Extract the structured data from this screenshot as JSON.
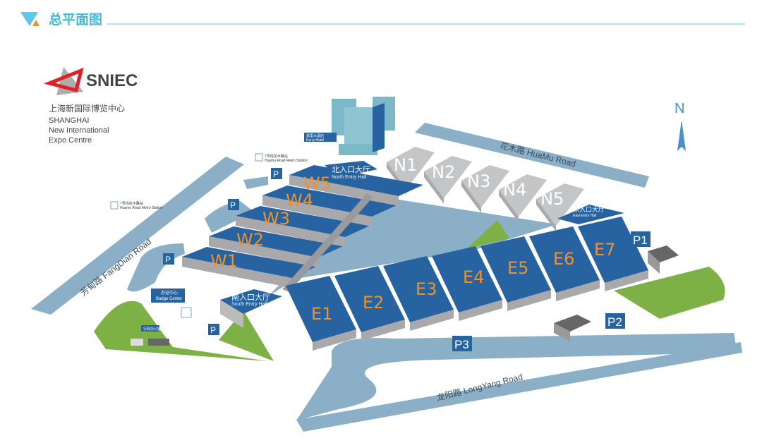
{
  "header": {
    "title": "总平面图",
    "accent": "#45b9d2"
  },
  "logo": {
    "brand": "SNIEC",
    "name_cn": "上海新国际博览中心",
    "name_en_1": "SHANGHAI",
    "name_en_2": "New International",
    "name_en_3": "Expo Centre"
  },
  "compass": {
    "label": "N"
  },
  "roads": {
    "fangdian": "芳甸路 FangDian Road",
    "huamu": "花木路 HuaMu Road",
    "longyang": "龙阳路 LongYang Road"
  },
  "metro": [
    {
      "cn": "7号线花木路站",
      "en": "Huamu Road Metro Station"
    },
    {
      "cn": "7号线花木路站",
      "en": "Huamu Road Metro Station"
    }
  ],
  "hotel": {
    "cn": "嘉里大酒店",
    "en": "Kerry Hotel"
  },
  "entries": {
    "north": {
      "cn": "北入口大厅",
      "en": "North Entry Hall"
    },
    "south": {
      "cn": "南入口大厅",
      "en": "South Entry Hall"
    },
    "east": {
      "cn": "东入口大厅",
      "en": "East Entry Hall"
    }
  },
  "badge_center": {
    "cn": "办证中心",
    "en": "Badge Center"
  },
  "office": {
    "cn": "行政办公室"
  },
  "halls_w": [
    "W1",
    "W2",
    "W3",
    "W4",
    "W5"
  ],
  "halls_e": [
    "E1",
    "E2",
    "E3",
    "E4",
    "E5",
    "E6",
    "E7"
  ],
  "halls_n": [
    "N1",
    "N2",
    "N3",
    "N4",
    "N5"
  ],
  "parking": [
    "P1",
    "P2",
    "P3",
    "P",
    "P",
    "P",
    "P"
  ],
  "colors": {
    "hall_blue": "#2763a0",
    "hall_gray": "#c4c5c7",
    "water": "#8aafc6",
    "grass": "#7db146",
    "label_orange": "#f0912a"
  }
}
